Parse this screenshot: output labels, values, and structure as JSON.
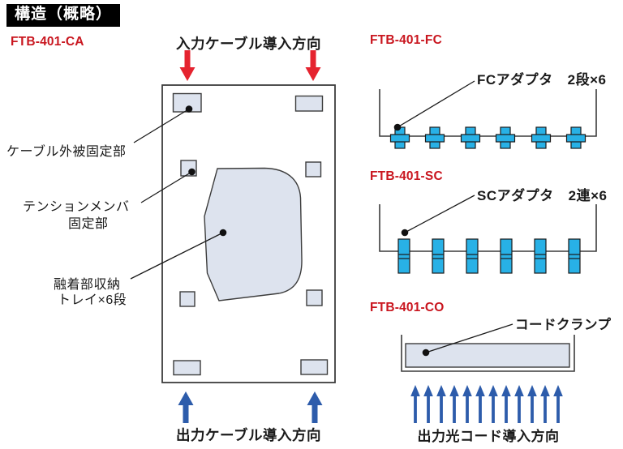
{
  "title": "構造（概略）",
  "colors": {
    "accent_red": "#c9161f",
    "arrow_red": "#e5232f",
    "arrow_blue": "#2d5cab",
    "adapter_cyan": "#28b1e6",
    "panel_fill": "#dde3ee",
    "outline": "#3c3c3c"
  },
  "ca": {
    "model": "FTB-401-CA",
    "input_caption": "入力ケーブル導入方向",
    "output_caption": "出力ケーブル導入方向",
    "label_cable_sheath": "ケーブル外被固定部",
    "label_tension_member_1": "テンションメンバ",
    "label_tension_member_2": "固定部",
    "label_splice_tray_1": "融着部収納",
    "label_splice_tray_2": "トレイ×6段"
  },
  "fc": {
    "model": "FTB-401-FC",
    "adapter": "FCアダプタ",
    "count": "2段×6"
  },
  "sc": {
    "model": "FTB-401-SC",
    "adapter": "SCアダプタ",
    "count": "2連×6"
  },
  "co": {
    "model": "FTB-401-CO",
    "clamp": "コードクランプ",
    "output_caption": "出力光コード導入方向"
  }
}
